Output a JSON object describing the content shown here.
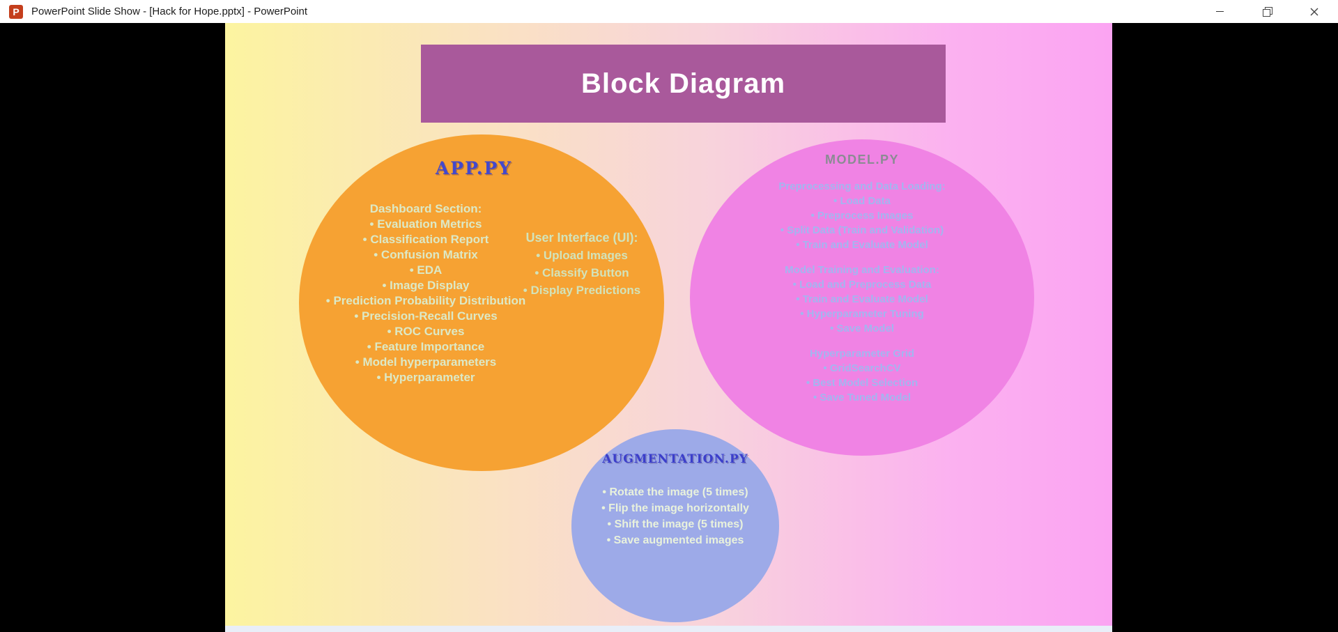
{
  "window": {
    "title": "PowerPoint Slide Show - [Hack for Hope.pptx] - PowerPoint",
    "logo_letter": "P"
  },
  "slide": {
    "title": "Block Diagram",
    "app_circle": {
      "name": "APP.PY",
      "heading": "Dashboard Section:",
      "items": [
        "Evaluation Metrics",
        "Classification Report",
        "Confusion Matrix",
        "EDA",
        "Image Display",
        "Prediction Probability Distribution",
        "Precision-Recall Curves",
        "ROC Curves",
        "Feature Importance",
        "Model hyperparameters",
        "Hyperparameter"
      ]
    },
    "ui_block": {
      "heading": "User Interface (UI):",
      "items": [
        "Upload Images",
        "Classify Button",
        "Display Predictions"
      ]
    },
    "model_circle": {
      "name": "MODEL.PY",
      "sections": [
        {
          "heading": "Preprocessing and Data Loading:",
          "items": [
            "Load Data",
            "Preprocess Images",
            "Split Data (Train and Validation)",
            "Train and Evaluate Model"
          ]
        },
        {
          "heading": "Model Training and Evaluation:",
          "items": [
            "Load and Preprocess Data",
            "Train and Evaluate Model",
            "Hyperparameter Tuning",
            "Save Model"
          ]
        },
        {
          "heading": "Hyperparameter Grid",
          "items": [
            "GridSearchCV",
            "Best Model Selection",
            "Save Tuned Model"
          ]
        }
      ]
    },
    "augmentation_circle": {
      "name": "AUGMENTATION.PY",
      "items": [
        "Rotate the image (5 times)",
        "Flip the image horizontally",
        "Shift the image (5 times)",
        "Save augmented images"
      ]
    },
    "colors": {
      "title_box": "#A9599B",
      "app_circle": "#F6A233",
      "model_circle": "#F083E4",
      "augmentation_circle": "#9DAAE8",
      "slide_gradient_left": "#FCF4A0",
      "slide_gradient_right": "#FBA4F2"
    }
  }
}
